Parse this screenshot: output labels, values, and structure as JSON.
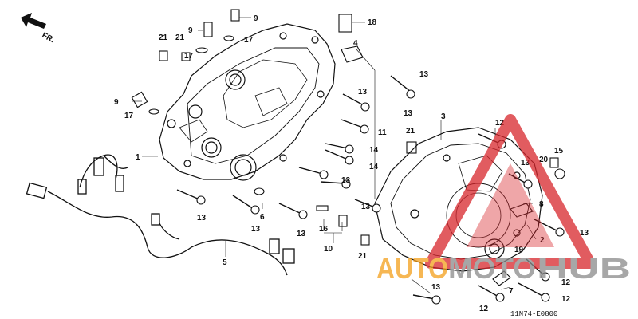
{
  "diagram": {
    "orientation_mark": "FR.",
    "reference_code": "11N74-E0800",
    "parts": [
      {
        "id": "crankcase-cover",
        "number": "1"
      },
      {
        "id": "rear-cover-dowel",
        "number": "2"
      },
      {
        "id": "gearshift-cover",
        "number": "3"
      },
      {
        "id": "bracket",
        "number": "4"
      },
      {
        "id": "wire-harness",
        "number": "5"
      },
      {
        "id": "washer-6",
        "number": "6"
      },
      {
        "id": "bolt-7",
        "number": "7"
      },
      {
        "id": "clamp",
        "number": "8"
      },
      {
        "id": "sensor-9",
        "number": "9"
      },
      {
        "id": "stud-10",
        "number": "10"
      },
      {
        "id": "bolt-11",
        "number": "11"
      },
      {
        "id": "bolt-12",
        "number": "12"
      },
      {
        "id": "bolt-13",
        "number": "13"
      },
      {
        "id": "bolt-14",
        "number": "14"
      },
      {
        "id": "bolt-15",
        "number": "15"
      },
      {
        "id": "washer-16",
        "number": "16"
      },
      {
        "id": "washer-17",
        "number": "17"
      },
      {
        "id": "switch-18",
        "number": "18"
      },
      {
        "id": "oil-seal-19",
        "number": "19"
      },
      {
        "id": "dowel-20",
        "number": "20"
      },
      {
        "id": "dowel-pin-21",
        "number": "21"
      }
    ]
  },
  "watermark": {
    "text_a": "AUTO",
    "text_b": "MOTO",
    "text_c": "HUB",
    "colors": {
      "red": "#d8262c",
      "orange": "#f4a01c",
      "gray": "#8a8a8a"
    }
  }
}
